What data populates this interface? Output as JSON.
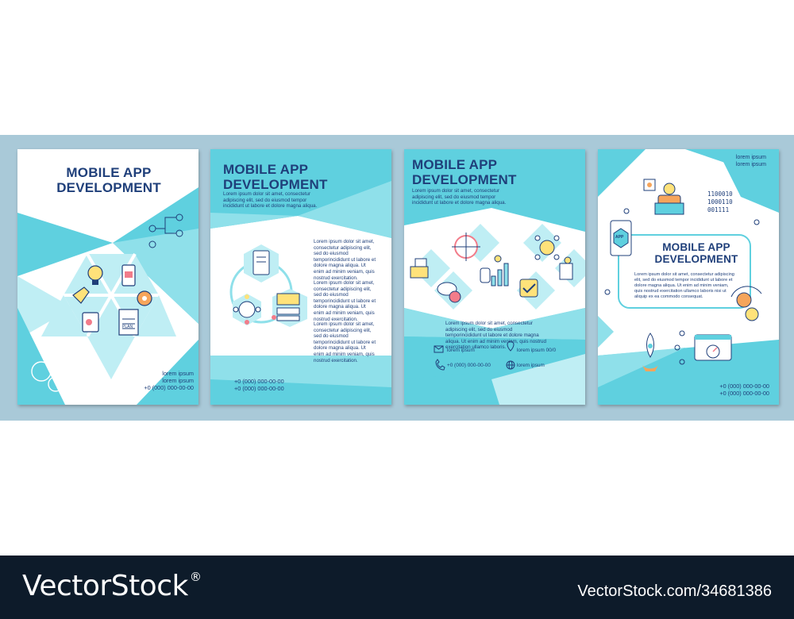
{
  "brochures": [
    {
      "title": "MOBILE APP DEVELOPMENT",
      "contact_lines": [
        "lorem ipsum",
        "lorem ipsum",
        "+0 (000) 000-00-00"
      ],
      "icon_labels": {
        "plan": "PLAN"
      }
    },
    {
      "title": "MOBILE APP DEVELOPMENT",
      "intro": "Lorem ipsum dolor sit amet, consectetur adipiscing elit, sed do eiusmod tempor incididunt ut labore et dolore magna aliqua.",
      "paragraphs": [
        "Lorem ipsum dolor sit amet, consectetur adipiscing elit, sed do eiusmod temporincididunt ut labore et dolore magna aliqua. Ut enim ad minim veniam, quis nostrud exercitation.",
        "Lorem ipsum dolor sit amet, consectetur adipiscing elit, sed do eiusmod temporincididunt ut labore et dolore magna aliqua. Ut enim ad minim veniam, quis nostrud exercitation.",
        "Lorem ipsum dolor sit amet, consectetur adipiscing elit, sed do eiusmod temporincididunt ut labore et dolore magna aliqua. Ut enim ad minim veniam, quis nostrud exercitation."
      ],
      "phones": [
        "+0 (000) 000-00-00",
        "+0 (000) 000-00-00"
      ]
    },
    {
      "title": "MOBILE APP DEVELOPMENT",
      "intro": "Lorem ipsum dolor sit amet, consectetur adipiscing elit, sed do eiusmod tempor incididunt ut labore et dolore magna aliqua.",
      "body": "Lorem ipsum dolor sit amet, consectetur adipiscing elit, sed do eiusmod temporincididunt ut labore et dolore magna aliqua. Ut enim ad minim veniam, quis nostrud exercitation ullamco laboris.",
      "contacts": {
        "email": "lorem ipsum",
        "location": "lorem ipsum 00/0",
        "phone": "+0 (000) 000-00-00",
        "web": "lorem ipsum"
      }
    },
    {
      "title": "MOBILE APP DEVELOPMENT",
      "top_lines": [
        "lorem ipsum",
        "lorem ipsum"
      ],
      "binary": [
        "1100010",
        "1000110",
        "001111"
      ],
      "app_label": "APP",
      "body": "Lorem ipsum dolor sit amet, consectetur adipiscing elit, sed do eiusmod tempor incididunt ut labore et dolore magna aliqua. Ut enim ad minim veniam, quis nostrud exercitation ullamco laboris nisi ut aliquip ex ea commodo consequat.",
      "phones": [
        "+0 (000) 000-00-00",
        "+0 (000) 000-00-00"
      ]
    }
  ],
  "footer": {
    "logo": "VectorStock",
    "logo_mark": "®",
    "stock_id": "VectorStock.com/34681386"
  },
  "colors": {
    "band": "#a9c9d8",
    "teal": "#5fd0df",
    "light_teal": "#bfeef4",
    "navy": "#1f3f7a",
    "footer": "#0d1b2a"
  }
}
